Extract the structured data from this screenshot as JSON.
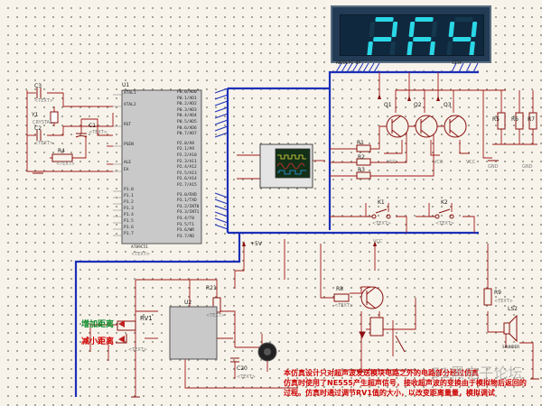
{
  "colors": {
    "bus": "#1b2fb8",
    "wire": "#a01818",
    "component": "#8a1010",
    "display_bg": "#233b55",
    "segments": "#2ad7e6"
  },
  "display": {
    "value": "264",
    "left_pins": "ABCDEFG DP",
    "right_pins": "1234"
  },
  "mcu": {
    "ref": "U1",
    "part": "AT89C51",
    "text": "<TEXT>",
    "pins_left": [
      "XTAL1",
      "XTAL2",
      "RST",
      "PSEN",
      "ALE",
      "EA",
      "P1.0",
      "P1.1",
      "P1.2",
      "P1.3",
      "P1.4",
      "P1.5",
      "P1.6",
      "P1.7"
    ],
    "pins_right": [
      "P0.0/AD0",
      "P0.1/AD1",
      "P0.2/AD2",
      "P0.3/AD3",
      "P0.4/AD4",
      "P0.5/AD5",
      "P0.6/AD6",
      "P0.7/AD7",
      "P2.0/A8",
      "P2.1/A9",
      "P2.2/A10",
      "P2.3/A11",
      "P2.4/A12",
      "P2.5/A13",
      "P2.6/A14",
      "P2.7/A15",
      "P3.0/RXD",
      "P3.1/TXD",
      "P3.2/INT0",
      "P3.3/INT1",
      "P3.4/T0",
      "P3.5/T1",
      "P3.6/WR",
      "P3.7/RD"
    ]
  },
  "components": {
    "c3": "C3",
    "c2": "C2",
    "y1": "Y1",
    "crystal": "CRYSTAL",
    "c1": "C1",
    "r4": "R4",
    "q1": "Q1",
    "q2": "Q2",
    "q3": "Q3",
    "r5": "R5",
    "r6": "R6",
    "r7": "R7",
    "r1": "R1",
    "r2": "R2",
    "r3": "R3",
    "k1": "K1",
    "k2": "K2",
    "r21": "R21",
    "r8": "R8",
    "r9": "R9",
    "rv1": "RV1",
    "c20": "C20",
    "ls2": "LS2",
    "sounder": "SOUNDER",
    "ne555": "U2",
    "vcc": "VCC",
    "gnd": "GND",
    "five_v": "+5V",
    "text_tag": "<TEXT>"
  },
  "buttons": {
    "increase": "增加距离",
    "decrease": "减小距离"
  },
  "annotation": {
    "line1": "本仿真设计只对超声波发送模块电路之外的电路部分经过仿真",
    "line2": "仿真时使用了NE555产生超声信号，接收超声波的变换由于模拟物后返回的",
    "line3": "过程。仿真时通过调节RV1值的大小，以改变距离量量，模拟调试"
  },
  "watermark": "51黑电子论坛"
}
